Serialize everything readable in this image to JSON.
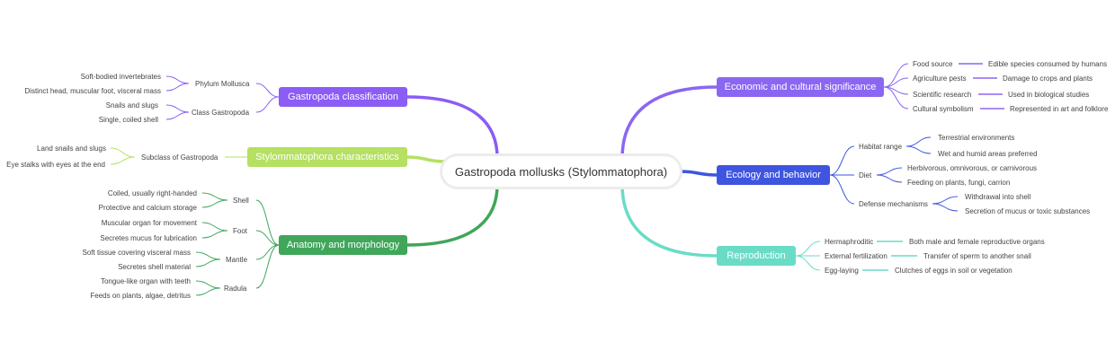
{
  "root": {
    "label": "Gastropoda mollusks (Stylommatophora)"
  },
  "colors": {
    "classification": "#8b5cf6",
    "stylommatophora": "#b5e061",
    "anatomy": "#3fa65a",
    "economic": "#8b66f2",
    "ecology": "#3f55e0",
    "reproduction": "#6adcc6"
  },
  "left": [
    {
      "label": "Gastropoda classification",
      "children": [
        {
          "label": "Phylum Mollusca",
          "children": [
            "Soft-bodied invertebrates",
            "Distinct head, muscular foot, visceral mass"
          ]
        },
        {
          "label": "Class Gastropoda",
          "children": [
            "Snails and slugs",
            "Single, coiled shell"
          ]
        }
      ]
    },
    {
      "label": "Stylommatophora characteristics",
      "children": [
        {
          "label": "Subclass of Gastropoda",
          "children": [
            "Land snails and slugs",
            "Eye stalks with eyes at the end"
          ]
        }
      ]
    },
    {
      "label": "Anatomy and morphology",
      "children": [
        {
          "label": "Shell",
          "children": [
            "Coiled, usually right-handed",
            "Protective and calcium storage"
          ]
        },
        {
          "label": "Foot",
          "children": [
            "Muscular organ for movement",
            "Secretes mucus for lubrication"
          ]
        },
        {
          "label": "Mantle",
          "children": [
            "Soft tissue covering visceral mass",
            "Secretes shell material"
          ]
        },
        {
          "label": "Radula",
          "children": [
            "Tongue-like organ with teeth",
            "Feeds on plants, algae, detritus"
          ]
        }
      ]
    }
  ],
  "right": [
    {
      "label": "Economic and cultural significance",
      "children": [
        {
          "label": "Food source",
          "children": [
            "Edible species consumed by humans"
          ]
        },
        {
          "label": "Agriculture pests",
          "children": [
            "Damage to crops and plants"
          ]
        },
        {
          "label": "Scientific research",
          "children": [
            "Used in biological studies"
          ]
        },
        {
          "label": "Cultural symbolism",
          "children": [
            "Represented in art and folklore"
          ]
        }
      ]
    },
    {
      "label": "Ecology and behavior",
      "children": [
        {
          "label": "Habitat range",
          "children": [
            "Terrestrial environments",
            "Wet and humid areas preferred"
          ]
        },
        {
          "label": "Diet",
          "children": [
            "Herbivorous, omnivorous, or carnivorous",
            "Feeding on plants, fungi, carrion"
          ]
        },
        {
          "label": "Defense mechanisms",
          "children": [
            "Withdrawal into shell",
            "Secretion of mucus or toxic substances"
          ]
        }
      ]
    },
    {
      "label": "Reproduction",
      "children": [
        {
          "label": "Hermaphroditic",
          "children": [
            "Both male and female reproductive organs"
          ]
        },
        {
          "label": "External fertilization",
          "children": [
            "Transfer of sperm to another snail"
          ]
        },
        {
          "label": "Egg-laying",
          "children": [
            "Clutches of eggs in soil or vegetation"
          ]
        }
      ]
    }
  ]
}
